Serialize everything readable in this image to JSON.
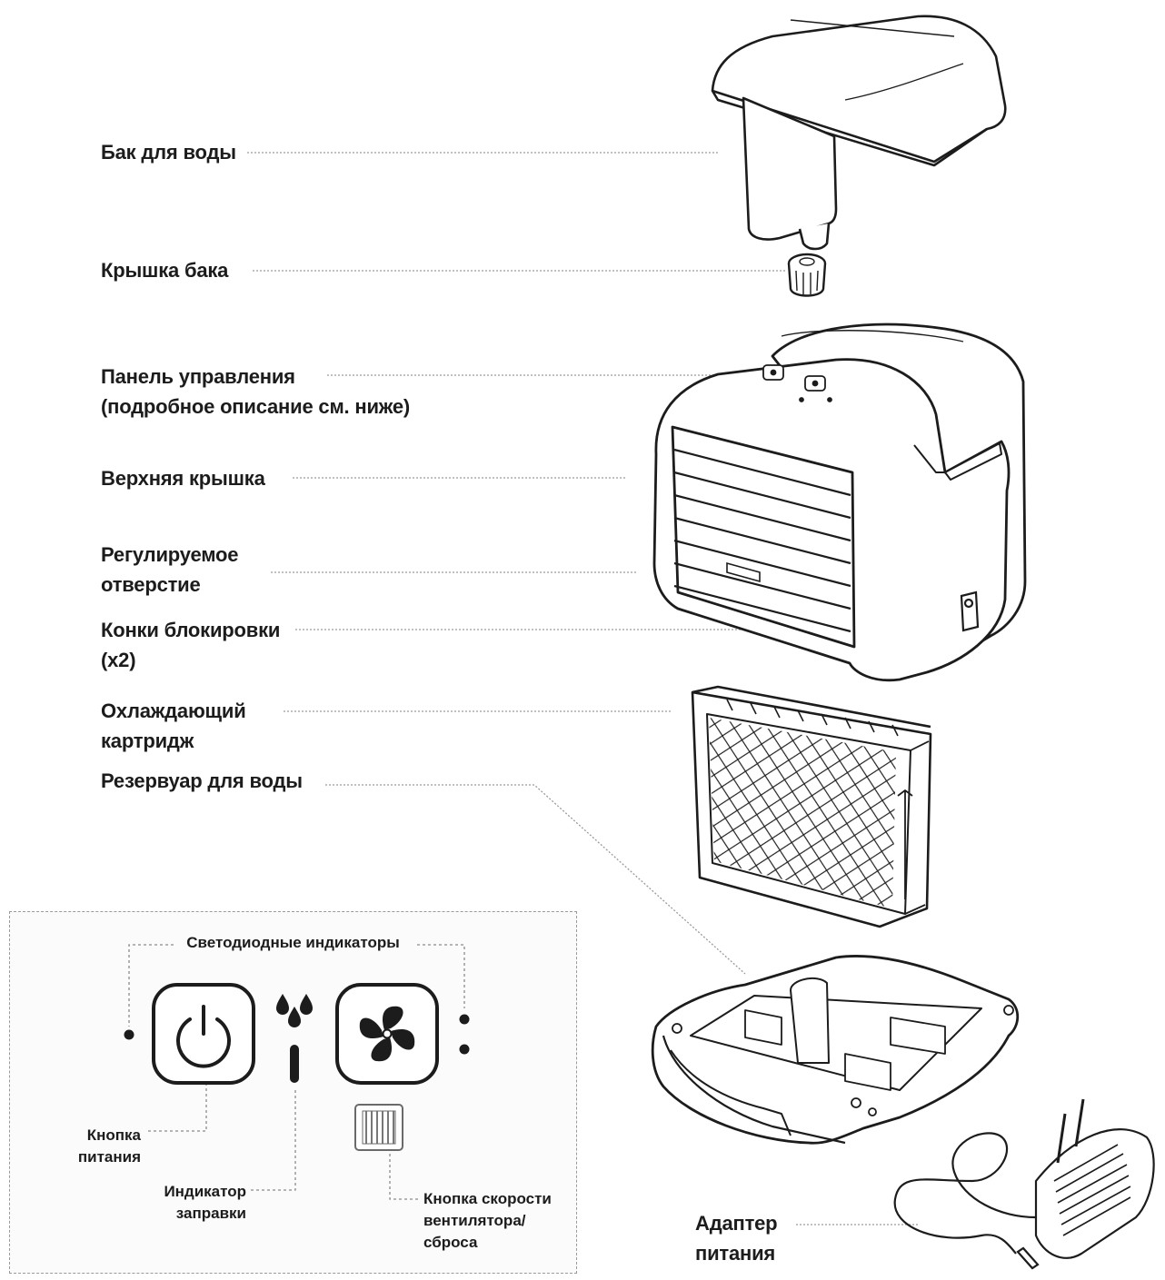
{
  "labels": {
    "water_bottle": "Бак для воды",
    "bottle_cap": "Крышка бака",
    "control_panel": [
      "Панель управления",
      "(подробное описание см. ниже)"
    ],
    "top_cover": "Верхняя крышка",
    "adjustable_vent": [
      "Регулируемое",
      "отверстие"
    ],
    "locking_tabs": [
      "Конки блокировки",
      "(х2)"
    ],
    "cooling_cartridge": [
      "Охлаждающий",
      "картридж"
    ],
    "water_reservoir": "Резервуар для воды",
    "power_adapter": [
      "Адаптер",
      "питания"
    ]
  },
  "control_panel_detail": {
    "led_indicators": "Светодиодные индикаторы",
    "power_button": [
      "Кнопка",
      "питания"
    ],
    "refill_indicator": [
      "Индикатор",
      "заправки"
    ],
    "fan_speed_button": [
      "Кнопка скорости",
      "вентилятора/",
      "сброса"
    ]
  },
  "icons": [
    "power-icon",
    "water-drop-icon",
    "fan-icon",
    "led-dot-icon"
  ]
}
